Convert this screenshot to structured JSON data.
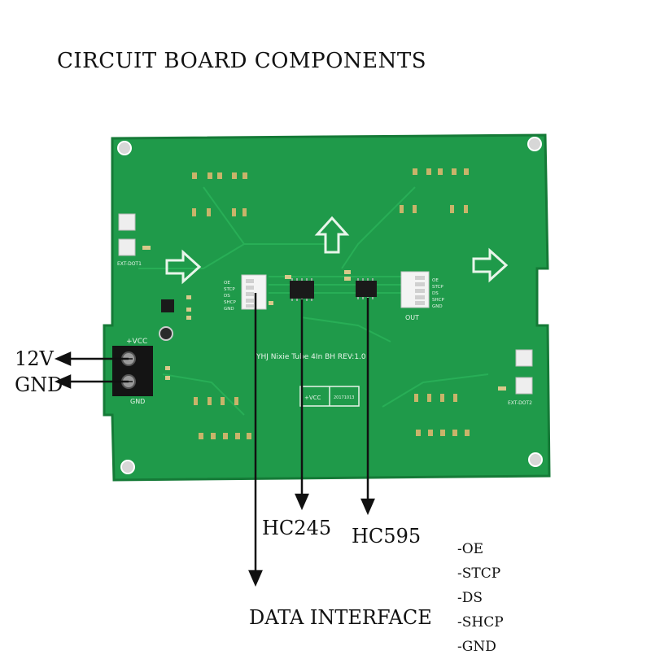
{
  "title": "CIRCUIT BOARD COMPONENTS",
  "power": {
    "v12": "12V",
    "gnd": "GND"
  },
  "chips": {
    "hc245": "HC245",
    "hc595": "HC595"
  },
  "interface": {
    "label": "DATA INTERFACE",
    "pins": [
      "-OE",
      "-STCP",
      "-DS",
      "-SHCP",
      "-GND"
    ]
  },
  "board": {
    "silk_title": "YHJ  Nixie Tube 4In BH  REV:1.0",
    "vcc": "+VCC",
    "gnd": "GND",
    "out": "OUT",
    "ext_dot1": "EXT-DOT1",
    "ext_dot2": "EXT-DOT2",
    "j3_pins": [
      "OE",
      "STCP",
      "DS",
      "SHCP",
      "GND"
    ],
    "j2_pins": [
      "OE",
      "STCP",
      "DS",
      "SHCP",
      "GND"
    ],
    "date_code": "20171013",
    "colors": {
      "pcb": "#1f9a4a",
      "pcb_edge": "#178a3e",
      "silk": "#e8f5ea",
      "copper": "#c9b46a"
    }
  }
}
